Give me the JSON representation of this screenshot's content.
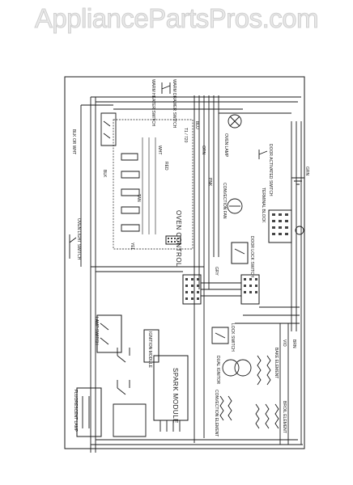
{
  "watermark": "AppliancePartsPros.com",
  "diagram": {
    "rotated_labels": {
      "oven_control": "OVEN CONTROL",
      "oven_control_model": "T1 / 720",
      "ignition_module": "IGNITION MODULE",
      "spark_module": "SPARK MODULE",
      "fluorescent_lamp": "FLUORESCENT LAMP",
      "lamp_switch": "LAMP SWITCH",
      "oven_light_switch": "OVEN LIGHT SWITCH",
      "door_lock_switch": "DOOR LOCK SWITCH",
      "lock_switch": "LOCK SWITCH",
      "convection_fan": "CONVECTION FAN",
      "terminal_block": "TERMINAL BLOCK",
      "oven_lamp": "OVEN LAMP",
      "door_activated_switch": "DOOR ACTIVATED SWITCH",
      "warm_heater_switch": "WARM HEATER SWITCH",
      "warm_drawer_switch": "WARM DRAWER SWITCH",
      "bake_element": "BAKE ELEMENT",
      "broil_element": "BROIL ELEMENT",
      "convection_element": "CONVECTION ELEMENT",
      "dual_ignitor": "DUAL IGNITOR",
      "blk_or_wht": "BLK OR WHT",
      "ground": "GRN"
    },
    "wire_colors": [
      "BLK",
      "WHT",
      "RED",
      "BLU",
      "ORN",
      "YEL",
      "TAN",
      "PNK",
      "GRY",
      "VIO",
      "BRN"
    ]
  }
}
